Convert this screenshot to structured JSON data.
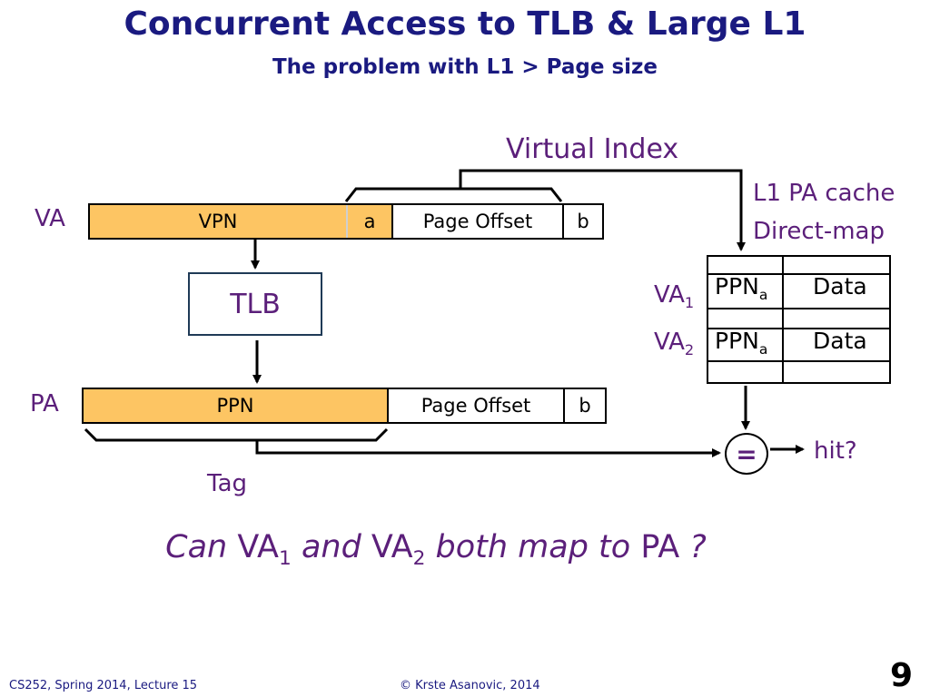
{
  "title": "Concurrent Access to TLB & Large L1",
  "subtitle": "The problem with L1 > Page size",
  "labels": {
    "virtual_index": "Virtual Index",
    "cache_line1": "L1 PA cache",
    "cache_line2": "Direct-map",
    "va": "VA",
    "pa": "PA",
    "tlb": "TLB",
    "tag": "Tag",
    "hit": "hit?",
    "eq": "="
  },
  "va_fields": {
    "vpn": "VPN",
    "a": "a",
    "page_offset": "Page Offset",
    "b": "b"
  },
  "pa_fields": {
    "ppn": "PPN",
    "page_offset": "Page Offset",
    "b": "b"
  },
  "cache_rows": [
    {
      "va": "VA",
      "va_sub": "1",
      "ppn": "PPN",
      "ppn_sub": "a",
      "data": "Data"
    },
    {
      "va": "VA",
      "va_sub": "2",
      "ppn": "PPN",
      "ppn_sub": "a",
      "data": "Data"
    }
  ],
  "question": {
    "p1": "Can ",
    "va1": "VA",
    "sub1": "1",
    "p2": " and ",
    "va2": "VA",
    "sub2": "2",
    "p3": " both map to ",
    "pa": "PA",
    "p4": " ?"
  },
  "footer": {
    "left": "CS252, Spring 2014, Lecture 15",
    "center": "© Krste Asanovic, 2014",
    "page": "9"
  },
  "colors": {
    "title": "#1a1a80",
    "accent": "#5b1f7a",
    "field_fill": "#fdc563"
  }
}
